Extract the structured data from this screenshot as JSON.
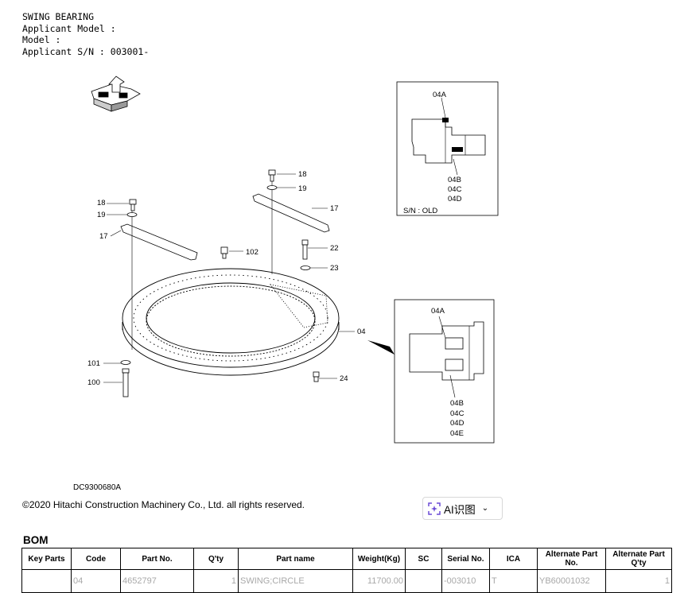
{
  "header": {
    "title": "SWING BEARING",
    "applicant_model": "Applicant Model :",
    "model": "Model :",
    "applicant_sn": "Applicant S/N : 003001-"
  },
  "diagram": {
    "labels": {
      "p18a": "18",
      "p19a": "19",
      "p17a": "17",
      "p18b": "18",
      "p19b": "19",
      "p17b": "17",
      "p102": "102",
      "p22": "22",
      "p23": "23",
      "p04": "04",
      "p101": "101",
      "p100": "100",
      "p24": "24"
    },
    "inset_top": {
      "label_a": "04A",
      "label_b": "04B",
      "label_c": "04C",
      "label_d": "04D",
      "note": "S/N : OLD"
    },
    "inset_bottom": {
      "label_a": "04A",
      "label_b": "04B",
      "label_c": "04C",
      "label_d": "04D",
      "label_e": "04E"
    },
    "drawing_code": "DC9300680A"
  },
  "copyright": "©2020 Hitachi Construction Machinery Co., Ltd. all rights reserved.",
  "ai_button": {
    "label": "AI识图",
    "icon": "ai-scan-icon",
    "chevron": "chevron-down-icon"
  },
  "bom": {
    "title": "BOM",
    "columns": [
      "Key Parts",
      "Code",
      "Part No.",
      "Q'ty",
      "Part name",
      "Weight(Kg)",
      "SC",
      "Serial No.",
      "ICA",
      "Alternate Part No.",
      "Alternate Part Q'ty"
    ],
    "rows": [
      {
        "key_parts": "",
        "code": "04",
        "part_no": "4652797",
        "qty": "1",
        "part_name": "SWING;CIRCLE",
        "weight": "11700.00",
        "sc": "",
        "serial_no": "-003010",
        "ica": "T",
        "alt_part_no": "YB60001032",
        "alt_part_qty": "1"
      }
    ]
  }
}
